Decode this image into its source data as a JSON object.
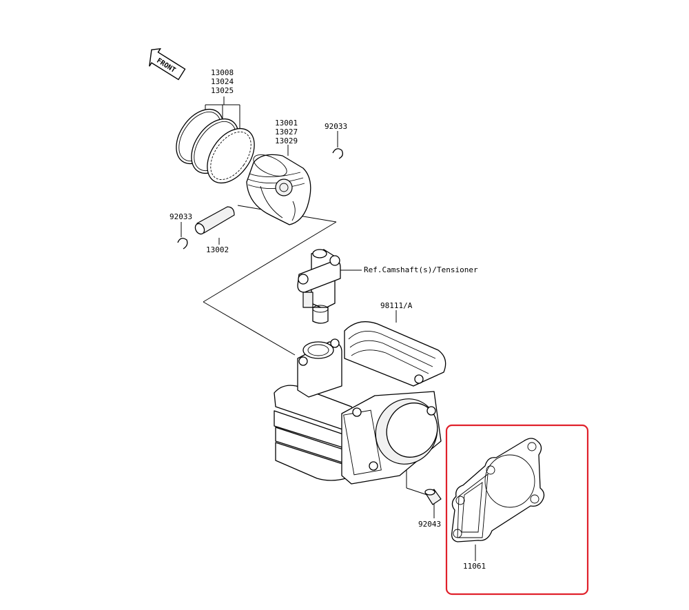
{
  "front_label": "FRONT",
  "labels": {
    "rings": [
      "13008",
      "13024",
      "13025"
    ],
    "piston": [
      "13001",
      "13027",
      "13029"
    ],
    "clip_right": "92033",
    "clip_left": "92033",
    "piston_pin": "13002",
    "tensioner_ref": "Ref.Camshaft(s)/Tensioner",
    "cylinder": "98111/A",
    "dowel": "92043",
    "gasket": "11061"
  },
  "colors": {
    "highlight": "#e0202a",
    "line": "#000000",
    "background": "#ffffff"
  }
}
